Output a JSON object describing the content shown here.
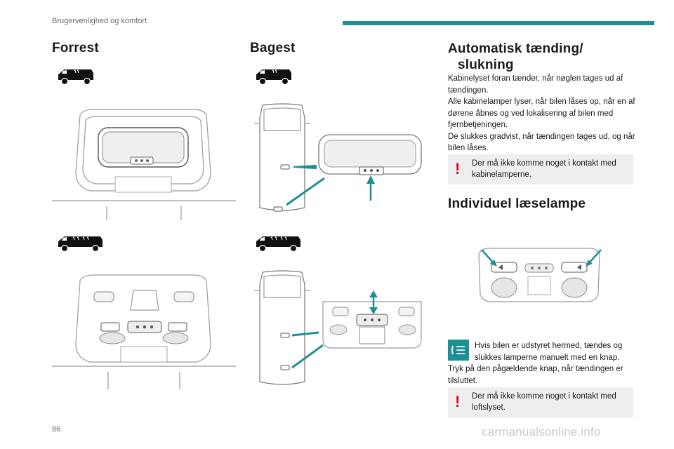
{
  "header": {
    "section": "Brugervenlighed og komfort",
    "accent_color": "#1f8f96"
  },
  "col1": {
    "title": "Forrest",
    "icons": [
      "van-short-icon",
      "van-long-icon"
    ]
  },
  "col2": {
    "title": "Bagest",
    "icons": [
      "van-short-icon",
      "van-long-icon"
    ]
  },
  "col3": {
    "title_line1": "Automatisk tænding/",
    "title_line2": "slukning",
    "para1": "Kabinelyset foran tænder, når nøglen tages ud af tændingen.",
    "para2": "Alle kabinelamper lyser, når bilen låses op, når en af dørene åbnes og ved lokalisering af bilen med fjernbetjeningen.",
    "para3": "De slukkes gradvist, når tændingen tages ud, og når bilen låses.",
    "warning1": "Der må ikke komme noget i kontakt med kabinelamperne.",
    "subtitle": "Individuel læselampe",
    "info_text_a": "Hvis bilen er udstyret hermed, tændes og slukkes lamperne manuelt med en knap.",
    "info_text_b": "Tryk på den pågældende knap, når tændingen er tilsluttet.",
    "warning2": "Der må ikke komme noget i kontakt med loftslyset.",
    "warning_mark": "!",
    "warning_color": "#e3001b"
  },
  "footer": {
    "page_number": "86",
    "watermark": "carmanualsonline.info"
  }
}
